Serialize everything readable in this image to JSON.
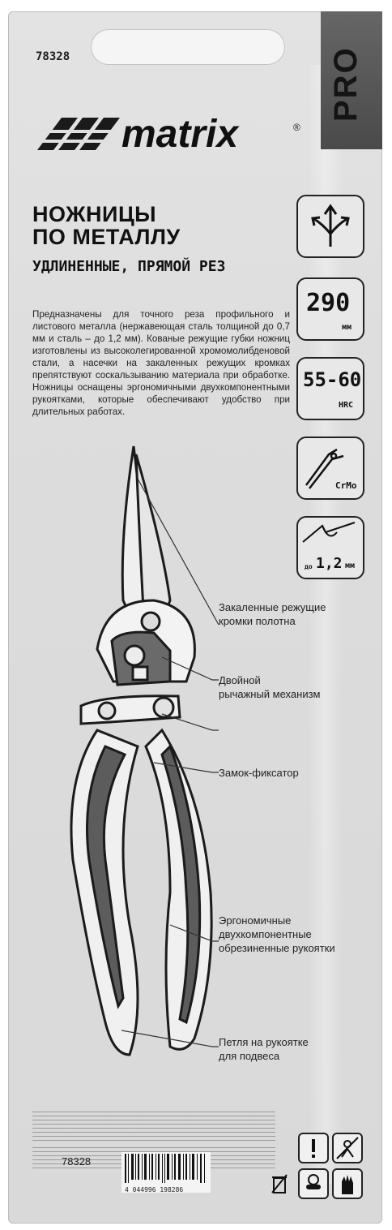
{
  "package": {
    "article_top": "78328",
    "badge": "PRO",
    "brand": "matrix",
    "brand_mark": "®",
    "title_line1": "НОЖНИЦЫ",
    "title_line2": "ПО МЕТАЛЛУ",
    "subtitle": "УДЛИНЕННЫЕ, ПРЯМОЙ РЕЗ",
    "description": "Предназначены для точного реза профильного и листового металла (нержавеющая сталь толщиной до 0,7 мм и сталь – до 1,2 мм). Кованые режущие губки ножниц изготовлены из высоколегированной хромомолибденовой стали, а насечки на закаленных режущих кромках препятствуют соскальзыванию материала при обработке. Ножницы оснащены эргономичными двухкомпонентными рукоятками, которые обеспечивают удобство при длительных работах."
  },
  "specs": {
    "cut_icon": "straight-cut-arrows-icon",
    "length_value": "290",
    "length_unit": "мм",
    "hardness_value": "55-60",
    "hardness_unit": "HRC",
    "material": "CrMo",
    "thickness_prefix": "до",
    "thickness_value": "1,2",
    "thickness_unit": "мм"
  },
  "callouts": [
    {
      "line1": "Закаленные режущие",
      "line2": "кромки полотна"
    },
    {
      "line1": "Двойной",
      "line2": "рычажный механизм"
    },
    {
      "line1": "Замок-фиксатор",
      "line2": ""
    },
    {
      "line1": "Эргономичные",
      "line2": "двухкомпонентные",
      "line3": "обрезиненные рукоятки"
    },
    {
      "line1": "Петля на рукоятке",
      "line2": "для подвеса"
    }
  ],
  "footer": {
    "article_bottom": "78328",
    "barcode_digits": "4 044996 198286"
  },
  "colors": {
    "card": "#dcdcdc",
    "ink": "#1c1c1c",
    "handle_dark": "#5a5a5a",
    "handle_light": "#f0f0f0"
  }
}
